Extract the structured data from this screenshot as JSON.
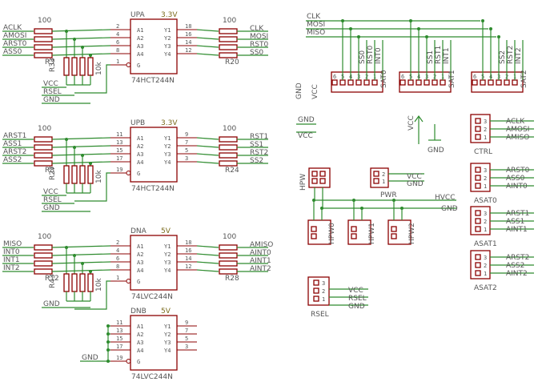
{
  "chips": [
    {
      "name": "UPA",
      "value": "74HCT244N",
      "voltage": "3.3V",
      "inputs": [
        "ACLK",
        "AMOSI",
        "ARST0",
        "ASS0"
      ],
      "outputs": [
        "CLK",
        "MOSI",
        "RST0",
        "SS0"
      ],
      "in_res": "R3",
      "out_res": "R20",
      "pulldown_ref": "R33",
      "pulldown_val": "10k"
    },
    {
      "name": "UPB",
      "value": "74HCT244N",
      "voltage": "3.3V",
      "inputs": [
        "ARST1",
        "ASS1",
        "ARST2",
        "ASS2"
      ],
      "outputs": [
        "RST1",
        "SS1",
        "RST2",
        "SS2"
      ],
      "in_res": "R8",
      "out_res": "R24",
      "pulldown_ref": "R27",
      "pulldown_val": "10k"
    },
    {
      "name": "DNA",
      "value": "74LVC244N",
      "voltage": "5V",
      "inputs": [
        "MISO",
        "INT0",
        "INT1",
        "INT2"
      ],
      "outputs": [
        "AMISO",
        "AINT0",
        "AINT1",
        "AINT2"
      ],
      "in_res": "R12",
      "out_res": "R28",
      "pulldown_ref": "R43",
      "pulldown_val": "10k"
    },
    {
      "name": "DNB",
      "value": "74LVC244N",
      "voltage": "5V",
      "inputs": [],
      "outputs": [],
      "in_res": "",
      "out_res": "",
      "pulldown_ref": "",
      "pulldown_val": ""
    }
  ],
  "pins_a": [
    "2",
    "4",
    "6",
    "8"
  ],
  "pins_y_a": [
    "18",
    "16",
    "14",
    "12"
  ],
  "pins_a_b": [
    "11",
    "13",
    "15",
    "17"
  ],
  "pins_y_b": [
    "9",
    "7",
    "5",
    "3"
  ],
  "pin_g_a": "1",
  "pin_g_b": "19",
  "pin_names_a": [
    "A1",
    "A2",
    "A3",
    "A4"
  ],
  "pin_names_y": [
    "Y1",
    "Y2",
    "Y3",
    "Y4"
  ],
  "pin_name_g": "G",
  "res_value": "100",
  "ctrl_nets": [
    "VCC",
    "RSEL",
    "GND"
  ],
  "dnb_gnd": "GND",
  "bus_labels": [
    "CLK",
    "MOSI",
    "MISO"
  ],
  "sat_headers": [
    {
      "name": "SAT0",
      "nets": [
        "SS0",
        "RST0",
        "INT0"
      ]
    },
    {
      "name": "SAT1",
      "nets": [
        "SS1",
        "RST1",
        "INT1"
      ]
    },
    {
      "name": "SAT2",
      "nets": [
        "SS2",
        "RST2",
        "INT2"
      ]
    }
  ],
  "sat_pins": [
    "6",
    "5",
    "4",
    "3",
    "2",
    "1"
  ],
  "misc_labels": {
    "gnd": "GND",
    "vcc": "VCC"
  },
  "pwr_header": {
    "name": "PWR",
    "nets": [
      "VCC",
      "GND"
    ],
    "pins": [
      "2",
      "1"
    ]
  },
  "hpw_headers": [
    "HPW",
    "HPW0",
    "HPW1",
    "HPW2"
  ],
  "hvcc": "HVCC",
  "hgnd": "GND",
  "rsel_header": {
    "name": "RSEL",
    "nets": [
      "VCC",
      "RSEL",
      "GND"
    ],
    "pins": [
      "3",
      "2",
      "1"
    ]
  },
  "right_headers": [
    {
      "name": "CTRL",
      "nets": [
        "ACLK",
        "AMOSI",
        "AMISO"
      ]
    },
    {
      "name": "ASAT0",
      "nets": [
        "ARST0",
        "ASS0",
        "AINT0"
      ]
    },
    {
      "name": "ASAT1",
      "nets": [
        "ARST1",
        "ASS1",
        "AINT1"
      ]
    },
    {
      "name": "ASAT2",
      "nets": [
        "ARST2",
        "ASS2",
        "AINT2"
      ]
    }
  ],
  "hdr3_pins": [
    "3",
    "2",
    "1"
  ],
  "hdr2_pins": [
    "2",
    "1"
  ]
}
